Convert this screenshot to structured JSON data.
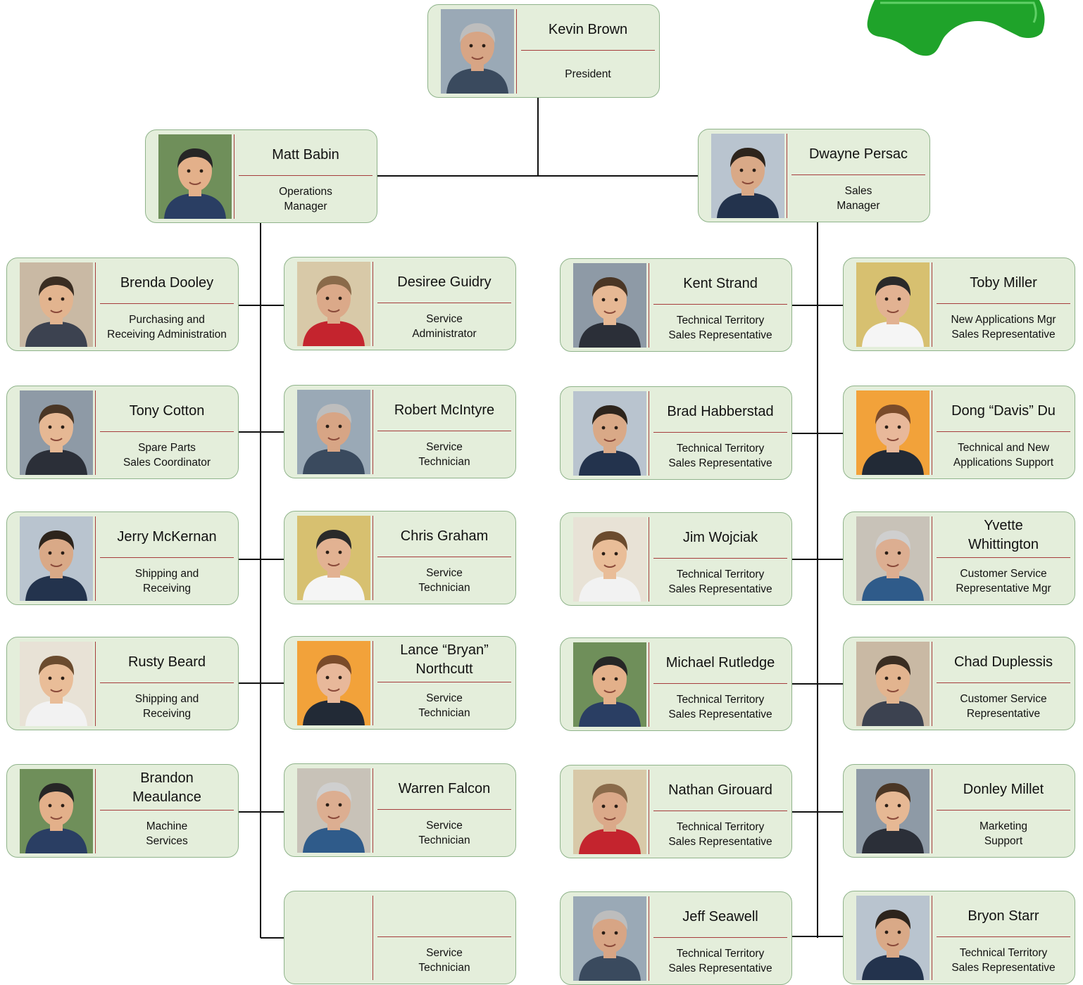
{
  "colors": {
    "card_fill": "#e4eedb",
    "card_border": "#8fb38a",
    "divider": "#a63c3c",
    "connector": "#111111",
    "puzzle": "#1fa32a"
  },
  "logo": {
    "shape": "green-puzzle-piece"
  },
  "president": {
    "name": "Kevin Brown",
    "title": "President"
  },
  "managers": {
    "left": {
      "name": "Matt Babin",
      "title": [
        "Operations",
        "Manager"
      ]
    },
    "right": {
      "name": "Dwayne Persac",
      "title": [
        "Sales",
        "Manager"
      ]
    }
  },
  "operations": {
    "col1": [
      {
        "name": "Brenda Dooley",
        "title": [
          "Purchasing and",
          "Receiving Administration"
        ]
      },
      {
        "name": "Tony Cotton",
        "title": [
          "Spare Parts",
          "Sales Coordinator"
        ]
      },
      {
        "name": "Jerry McKernan",
        "title": [
          "Shipping and",
          "Receiving"
        ]
      },
      {
        "name": "Rusty Beard",
        "title": [
          "Shipping and",
          "Receiving"
        ]
      },
      {
        "name": [
          "Brandon",
          "Meaulance"
        ],
        "title": [
          "Machine",
          "Services"
        ]
      }
    ],
    "col2": [
      {
        "name": "Desiree Guidry",
        "title": [
          "Service",
          "Administrator"
        ]
      },
      {
        "name": "Robert McIntyre",
        "title": [
          "Service",
          "Technician"
        ]
      },
      {
        "name": "Chris Graham",
        "title": [
          "Service",
          "Technician"
        ]
      },
      {
        "name": [
          "Lance “Bryan”",
          "Northcutt"
        ],
        "title": [
          "Service",
          "Technician"
        ]
      },
      {
        "name": "Warren Falcon",
        "title": [
          "Service",
          "Technician"
        ]
      },
      {
        "name": "",
        "title": [
          "Service",
          "Technician"
        ]
      }
    ]
  },
  "sales": {
    "col3": [
      {
        "name": "Kent Strand",
        "title": [
          "Technical Territory",
          "Sales Representative"
        ]
      },
      {
        "name": "Brad Habberstad",
        "title": [
          "Technical Territory",
          "Sales Representative"
        ]
      },
      {
        "name": "Jim Wojciak",
        "title": [
          "Technical Territory",
          "Sales Representative"
        ]
      },
      {
        "name": "Michael Rutledge",
        "title": [
          "Technical Territory",
          "Sales Representative"
        ]
      },
      {
        "name": "Nathan Girouard",
        "title": [
          "Technical Territory",
          "Sales Representative"
        ]
      },
      {
        "name": "Jeff Seawell",
        "title": [
          "Technical Territory",
          "Sales Representative"
        ]
      }
    ],
    "col4": [
      {
        "name": "Toby Miller",
        "title": [
          "New Applications Mgr",
          "Sales Representative"
        ]
      },
      {
        "name": "Dong “Davis” Du",
        "title": [
          "Technical and New",
          "Applications Support"
        ]
      },
      {
        "name": [
          "Yvette",
          "Whittington"
        ],
        "title": [
          "Customer Service",
          "Representative Mgr"
        ]
      },
      {
        "name": "Chad Duplessis",
        "title": [
          "Customer Service",
          "Representative"
        ]
      },
      {
        "name": "Donley Millet",
        "title": [
          "Marketing",
          "Support"
        ]
      },
      {
        "name": "Bryon Starr",
        "title": [
          "Technical Territory",
          "Sales Representative"
        ]
      }
    ]
  }
}
